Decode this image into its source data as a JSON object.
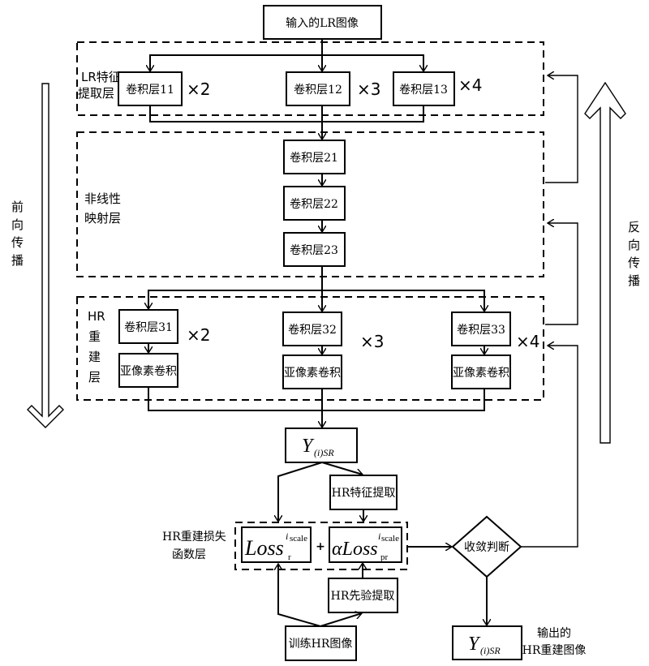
{
  "input": {
    "label": "输入的LR图像"
  },
  "layers": {
    "lr_feature": {
      "label_line1": "LR特征",
      "label_line2": "提取层",
      "convs": [
        "卷积层11",
        "卷积层12",
        "卷积层13"
      ],
      "multipliers": [
        "×2",
        "×3",
        "×4"
      ]
    },
    "nonlinear": {
      "label_line1": "非线性",
      "label_line2": "映射层",
      "convs": [
        "卷积层21",
        "卷积层22",
        "卷积层23"
      ]
    },
    "hr_recon": {
      "label_chars": [
        "HR",
        "重",
        "建",
        "层"
      ],
      "convs": [
        "卷积层31",
        "卷积层32",
        "卷积层33"
      ],
      "subpixel": [
        "亚像素卷积",
        "亚像素卷积",
        "亚像素卷积"
      ],
      "multipliers": [
        "×2",
        "×3",
        "×4"
      ]
    }
  },
  "output_sr": {
    "main": "Y",
    "sub": "(i)SR"
  },
  "hr_feature_extract": {
    "label": "HR特征提取"
  },
  "loss_layer": {
    "label_line1": "HR重建损失",
    "label_line2": "函数层",
    "loss_r": {
      "main": "Loss",
      "sup": "i",
      "sup_sub": "scale",
      "sub": "r"
    },
    "plus": "+",
    "loss_pr": {
      "main": "αLoss",
      "sup": "i",
      "sup_sub": "scale",
      "sub": "pr"
    }
  },
  "hr_prior_extract": {
    "label": "HR先验提取"
  },
  "train_hr": {
    "label": "训练HR图像"
  },
  "convergence": {
    "label": "收敛判断"
  },
  "final_output": {
    "main": "Y",
    "sub": "(i)SR",
    "caption_line1": "输出的",
    "caption_line2": "HR重建图像"
  },
  "forward": {
    "chars": [
      "前",
      "向",
      "传",
      "播"
    ]
  },
  "backward": {
    "chars": [
      "反",
      "向",
      "传",
      "播"
    ]
  }
}
